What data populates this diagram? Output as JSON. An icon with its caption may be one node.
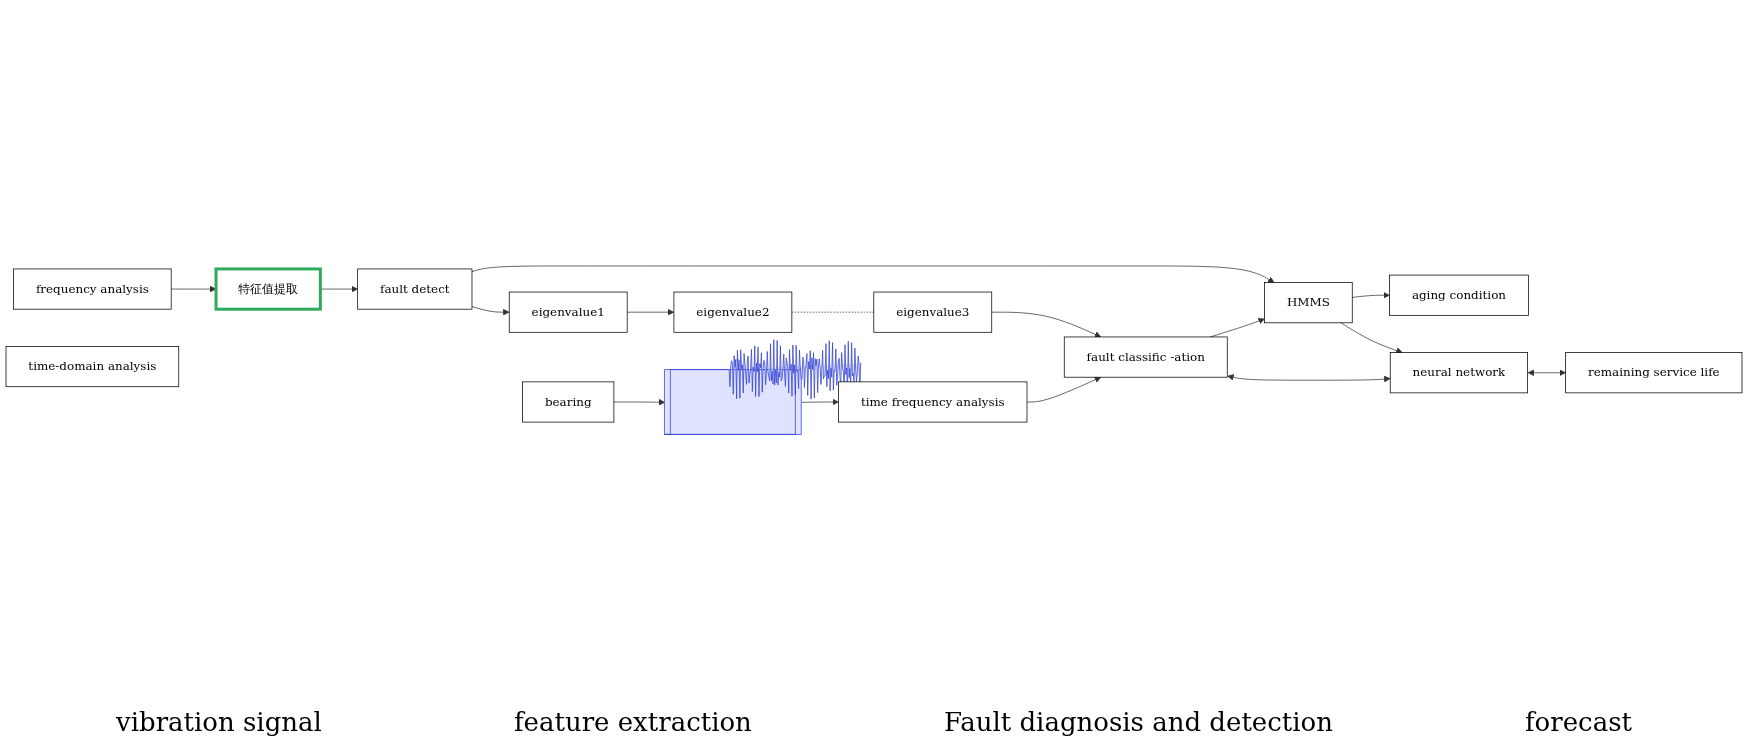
{
  "diagram": {
    "nodes": [
      {
        "text": [
          "bearing"
        ]
      },
      {
        "text": [],
        "shape": "picture"
      },
      {
        "text": [
          "frequency analysis"
        ]
      },
      {
        "text": [
          "time-domain analysis"
        ]
      },
      {
        "text": [
          "time frequency analysis"
        ]
      },
      {
        "text": [
          "特征值提取"
        ]
      },
      {
        "text": [
          "fault detect"
        ]
      },
      {
        "text": [
          "HMMS"
        ]
      },
      {
        "text": [
          "aging condition"
        ]
      },
      {
        "text": [
          "eigenvalue1"
        ]
      },
      {
        "text": [
          "eigenvalue2"
        ]
      },
      {
        "text": [
          "eigenvalue3"
        ]
      },
      {
        "text": [
          "fault classific -ation"
        ]
      },
      {
        "text": [
          "neural network"
        ]
      },
      {
        "text": [
          "remaining service life"
        ]
      }
    ],
    "edges": [
      {
        "from": 0,
        "to": 1,
        "arrow": "to"
      },
      {
        "from": 1,
        "to": 4,
        "arrow": "to"
      },
      {
        "from": 2,
        "to": 5,
        "arrow": "to"
      },
      {
        "from": 5,
        "to": 6,
        "arrow": "to"
      },
      {
        "from": 6,
        "to": 7,
        "arrow": "to"
      },
      {
        "from": 7,
        "to": 8,
        "arrow": "to"
      },
      {
        "from": 6,
        "to": 9,
        "arrow": "to"
      },
      {
        "from": 9,
        "to": 10,
        "arrow": "to"
      },
      {
        "from": 10,
        "to": 11,
        "arrow": "none",
        "style": "dashed"
      },
      {
        "from": 11,
        "to": 12,
        "arrow": "to"
      },
      {
        "from": 4,
        "to": 12,
        "arrow": "to"
      },
      {
        "from": 12,
        "to": 7,
        "arrow": "to"
      },
      {
        "from": 7,
        "to": 13,
        "arrow": "to"
      },
      {
        "from": 12,
        "to": 13,
        "arrow": "both"
      },
      {
        "from": 13,
        "to": 14,
        "arrow": "both"
      }
    ],
    "labels": [
      "vibration signal",
      "feature extraction",
      "Fault diagnosis and detection",
      "forecast"
    ]
  }
}
